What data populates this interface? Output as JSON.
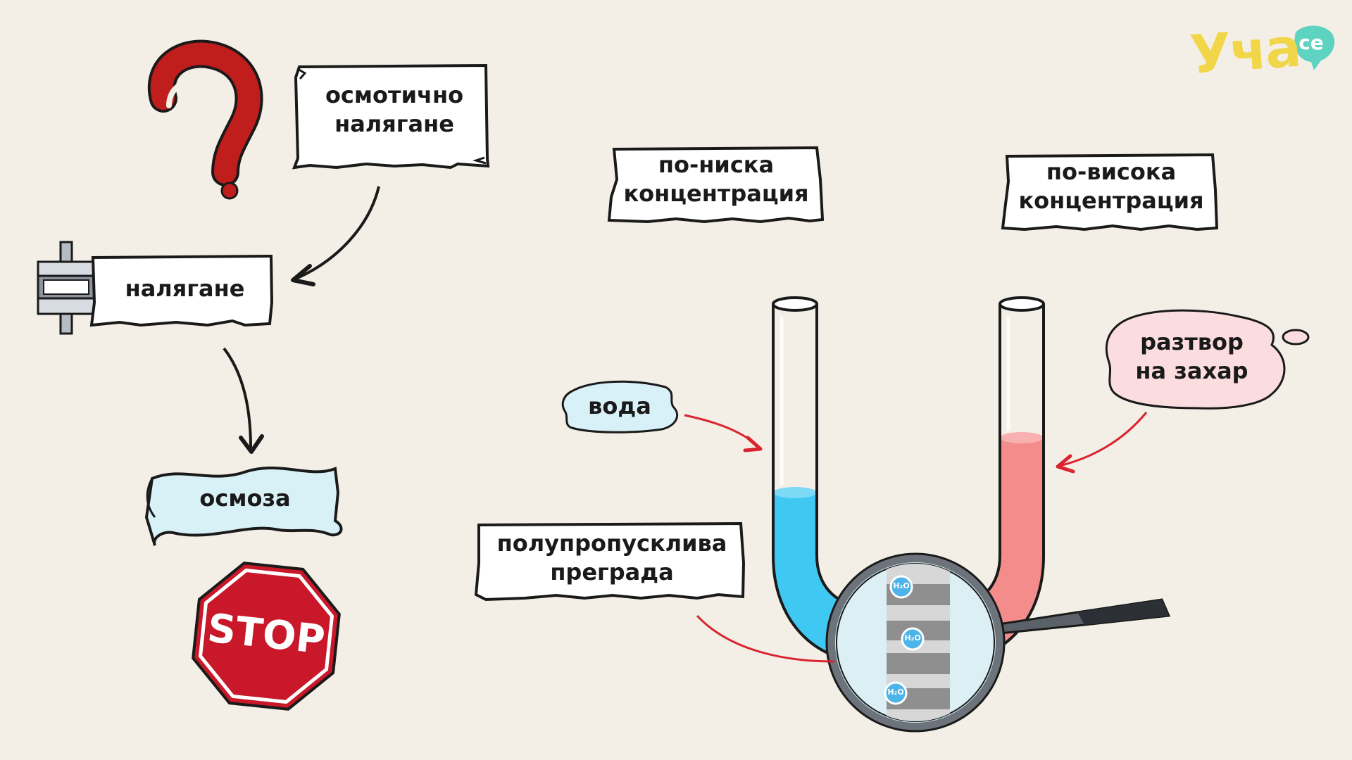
{
  "brand": {
    "logo_text": "Уча",
    "logo_badge": "се",
    "accent": "#f2d64a",
    "badge_color": "#5fd3c1"
  },
  "left": {
    "osmotic_pressure": [
      "осмотично",
      "налягане"
    ],
    "pressure": "налягане",
    "osmosis": "осмоза",
    "stop_sign": "STOP"
  },
  "right": {
    "lower_concentration": [
      "по-ниска",
      "концентрация"
    ],
    "higher_concentration": [
      "по-висока",
      "концентрация"
    ],
    "water": "вода",
    "sugar_solution": [
      "разтвор",
      "на захар"
    ],
    "semipermeable_membrane": [
      "полупропусклива",
      "преграда"
    ],
    "molecule_label": "H₂O"
  },
  "colors": {
    "water": "#3fc8f2",
    "sugar_solution": "#f58c8c",
    "question_mark": "#c01d1d",
    "stop": "#c8182a",
    "arrow_red": "#d9232e",
    "osmosis_banner": "#d8f1f7",
    "cloud_pink": "#fbdde0",
    "cloud_blue": "#d8f0f8"
  },
  "icons": [
    "question-mark-icon",
    "press-clamp-icon",
    "stop-sign-icon",
    "magnifying-glass-icon",
    "u-tube-icon",
    "water-molecule-icon"
  ]
}
